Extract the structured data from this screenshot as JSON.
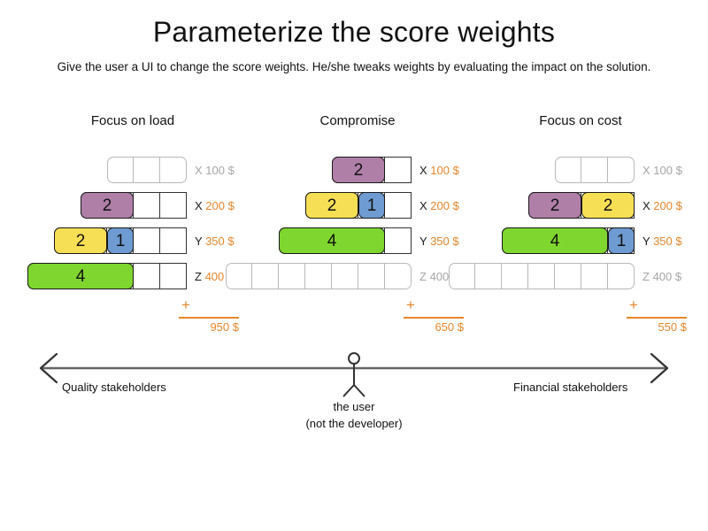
{
  "slide": {
    "title": "Parameterize the score weights",
    "subtitle": "Give the user a UI to change the score weights. He/she tweaks weights by evaluating the impact on the solution."
  },
  "colors": {
    "purple": "#B07FA8",
    "yellow": "#F7DF55",
    "blue": "#6E9BD1",
    "green": "#7FD62F",
    "accent_orange": "#E8862B",
    "muted_grey": "#a6a6a6",
    "cell_border": "#b9b9b9",
    "active_border": "#333333"
  },
  "scenarios": [
    {
      "title": "Focus on load",
      "total_plus": "+",
      "total": "950 $",
      "rows": [
        {
          "key": "X",
          "amount": "100 $",
          "muted": true,
          "cells": 3,
          "segments": []
        },
        {
          "key": "X",
          "amount": "200 $",
          "muted": false,
          "cells": 4,
          "segments": [
            {
              "value": "2",
              "span": 2,
              "color": "purple"
            }
          ]
        },
        {
          "key": "Y",
          "amount": "350 $",
          "muted": false,
          "cells": 5,
          "segments": [
            {
              "value": "2",
              "span": 2,
              "color": "yellow"
            },
            {
              "value": "1",
              "span": 1,
              "color": "blue"
            }
          ]
        },
        {
          "key": "Z",
          "amount": "400 $",
          "muted": false,
          "cells": 6,
          "segments": [
            {
              "value": "4",
              "span": 4,
              "color": "green"
            }
          ]
        }
      ]
    },
    {
      "title": "Compromise",
      "total_plus": "+",
      "total": "650 $",
      "rows": [
        {
          "key": "X",
          "amount": "100 $",
          "muted": false,
          "cells": 3,
          "segments": [
            {
              "value": "2",
              "span": 2,
              "color": "purple"
            }
          ]
        },
        {
          "key": "X",
          "amount": "200 $",
          "muted": false,
          "cells": 4,
          "segments": [
            {
              "value": "2",
              "span": 2,
              "color": "yellow"
            },
            {
              "value": "1",
              "span": 1,
              "color": "blue"
            }
          ]
        },
        {
          "key": "Y",
          "amount": "350 $",
          "muted": false,
          "cells": 5,
          "segments": [
            {
              "value": "4",
              "span": 4,
              "color": "green"
            }
          ]
        },
        {
          "key": "Z",
          "amount": "400 $",
          "muted": true,
          "cells": 7,
          "segments": []
        }
      ]
    },
    {
      "title": "Focus on cost",
      "total_plus": "+",
      "total": "550 $",
      "rows": [
        {
          "key": "X",
          "amount": "100 $",
          "muted": true,
          "cells": 3,
          "segments": []
        },
        {
          "key": "X",
          "amount": "200 $",
          "muted": false,
          "cells": 4,
          "segments": [
            {
              "value": "2",
              "span": 2,
              "color": "purple"
            },
            {
              "value": "2",
              "span": 2,
              "color": "yellow"
            }
          ]
        },
        {
          "key": "Y",
          "amount": "350 $",
          "muted": false,
          "cells": 5,
          "segments": [
            {
              "value": "4",
              "span": 4,
              "color": "green"
            },
            {
              "value": "1",
              "span": 1,
              "color": "blue"
            }
          ]
        },
        {
          "key": "Z",
          "amount": "400 $",
          "muted": true,
          "cells": 7,
          "segments": []
        }
      ]
    }
  ],
  "spectrum": {
    "left_label": "Quality stakeholders",
    "right_label": "Financial stakeholders",
    "actor_line_1": "the user",
    "actor_line_2": "(not the developer)"
  }
}
